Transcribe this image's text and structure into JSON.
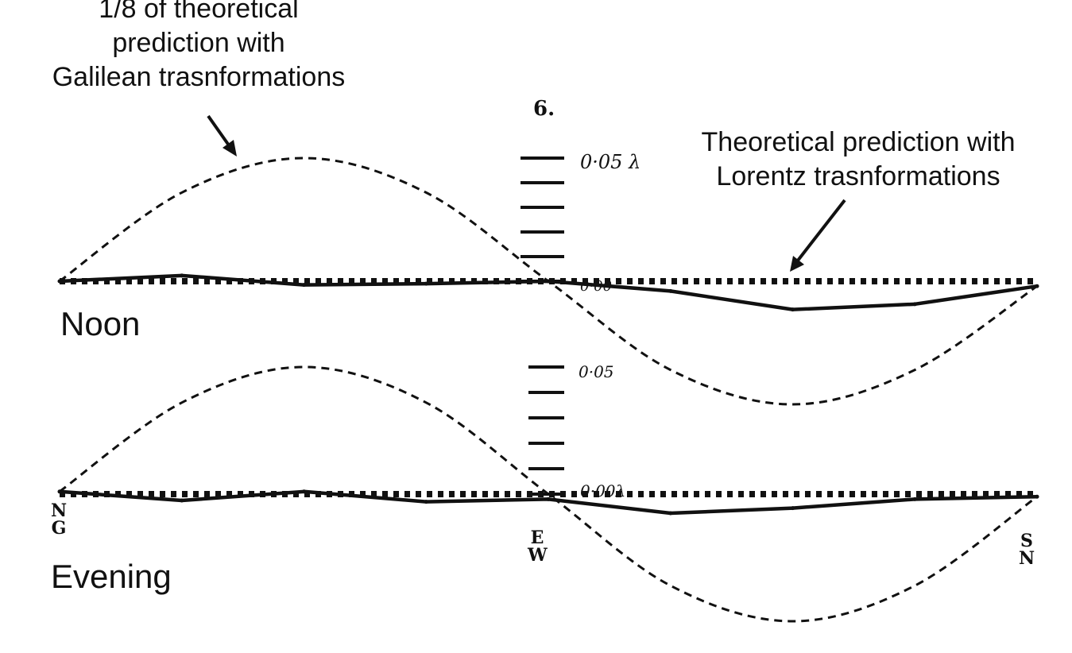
{
  "annotations": {
    "galilean": [
      "1/8 of theoretical",
      "prediction with",
      "Galilean trasnformations"
    ],
    "lorentz": [
      "Theoretical prediction with",
      "Lorentz trasnformations"
    ]
  },
  "figure_number": "6.",
  "panels": {
    "noon_label": "Noon",
    "evening_label": "Evening"
  },
  "scale_labels": {
    "noon_top": "0·05 λ",
    "noon_zero": "0·00",
    "evening_top": "0·05",
    "evening_zero": "0·00λ"
  },
  "direction_labels": {
    "left": [
      "N",
      "G"
    ],
    "middle": [
      "E",
      "W"
    ],
    "right": [
      "S",
      "N"
    ]
  },
  "chart_data": [
    {
      "type": "line",
      "panel": "Noon",
      "x": [
        0,
        0.125,
        0.25,
        0.375,
        0.5,
        0.625,
        0.75,
        0.875,
        1.0
      ],
      "series": [
        {
          "style": "solid",
          "values": [
            0.0,
            0.0023,
            -0.0015,
            -0.001,
            0.0,
            -0.004,
            -0.0115,
            -0.0093,
            -0.002
          ]
        },
        {
          "style": "dashed",
          "values": [
            0.0,
            0.036,
            0.05,
            0.036,
            0.0,
            -0.036,
            -0.05,
            -0.036,
            -0.002
          ]
        },
        {
          "style": "dotted",
          "values": [
            0.0,
            0.0,
            0.0,
            0.0,
            0.0,
            0.0,
            0.0,
            0.0,
            0.0
          ]
        }
      ],
      "ylim": [
        -0.06,
        0.06
      ],
      "y_ticks": [
        0.0,
        0.01,
        0.02,
        0.03,
        0.04,
        0.05
      ],
      "grid": false
    },
    {
      "type": "line",
      "panel": "Evening",
      "x": [
        0,
        0.125,
        0.25,
        0.375,
        0.5,
        0.625,
        0.75,
        0.875,
        1.0
      ],
      "series": [
        {
          "style": "solid",
          "values": [
            0.001,
            -0.0025,
            0.001,
            -0.003,
            -0.002,
            -0.0075,
            -0.0055,
            -0.002,
            -0.001
          ]
        },
        {
          "style": "dashed",
          "values": [
            0.001,
            0.036,
            0.05,
            0.036,
            0.0,
            -0.036,
            -0.05,
            -0.036,
            -0.001
          ]
        },
        {
          "style": "dotted",
          "values": [
            0.0,
            0.0,
            0.0,
            0.0,
            0.0,
            0.0,
            0.0,
            0.0,
            0.0
          ]
        }
      ],
      "ylim": [
        -0.06,
        0.06
      ],
      "y_ticks": [
        0.0,
        0.01,
        0.02,
        0.03,
        0.04,
        0.05
      ],
      "grid": false
    }
  ]
}
